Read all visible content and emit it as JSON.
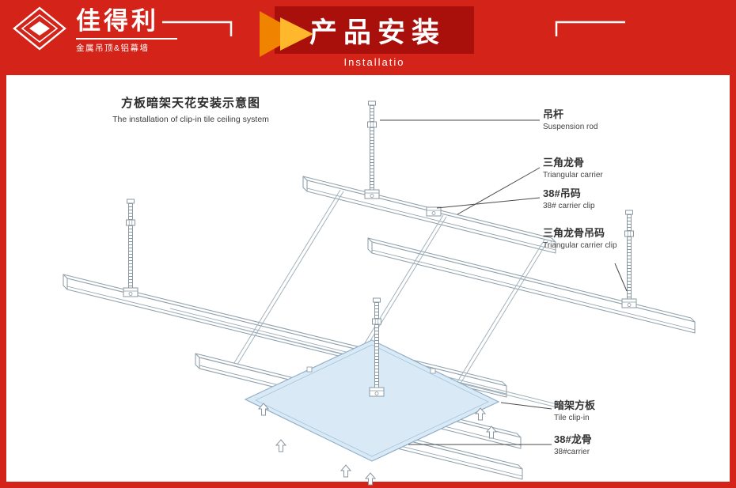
{
  "header": {
    "brand": {
      "name": "佳得利",
      "tagline": "金属吊顶&铝幕墙"
    },
    "banner": {
      "title": "产品安装",
      "subtitle": "Installatio"
    },
    "colors": {
      "band": "#d42318",
      "title_box": "#a90f0b",
      "accent_orange_dark": "#f08300",
      "accent_orange_light": "#ffb72b",
      "text": "#ffffff"
    }
  },
  "diagram": {
    "heading": {
      "cn": "方板暗架天花安装示意图",
      "en": "The installation of clip-in tile ceiling system"
    },
    "callouts": [
      {
        "id": "suspension-rod",
        "cn": "吊杆",
        "en": "Suspension rod"
      },
      {
        "id": "triangular-carrier",
        "cn": "三角龙骨",
        "en": "Triangular carrier"
      },
      {
        "id": "carrier-clip-38",
        "cn": "38#吊码",
        "en": "38# carrier clip"
      },
      {
        "id": "triangular-carrier-clip",
        "cn": "三角龙骨吊码",
        "en": "Triangular carrier clip"
      },
      {
        "id": "tile-clip-in",
        "cn": "暗架方板",
        "en": "Tile clip-in"
      },
      {
        "id": "carrier-38",
        "cn": "38#龙骨",
        "en": "38#carrier"
      }
    ],
    "colors": {
      "line": "#93a3ad",
      "tile_fill": "#d9eaf6",
      "tile_stroke": "#8fb0c9",
      "leader": "#4a4a4a"
    }
  }
}
